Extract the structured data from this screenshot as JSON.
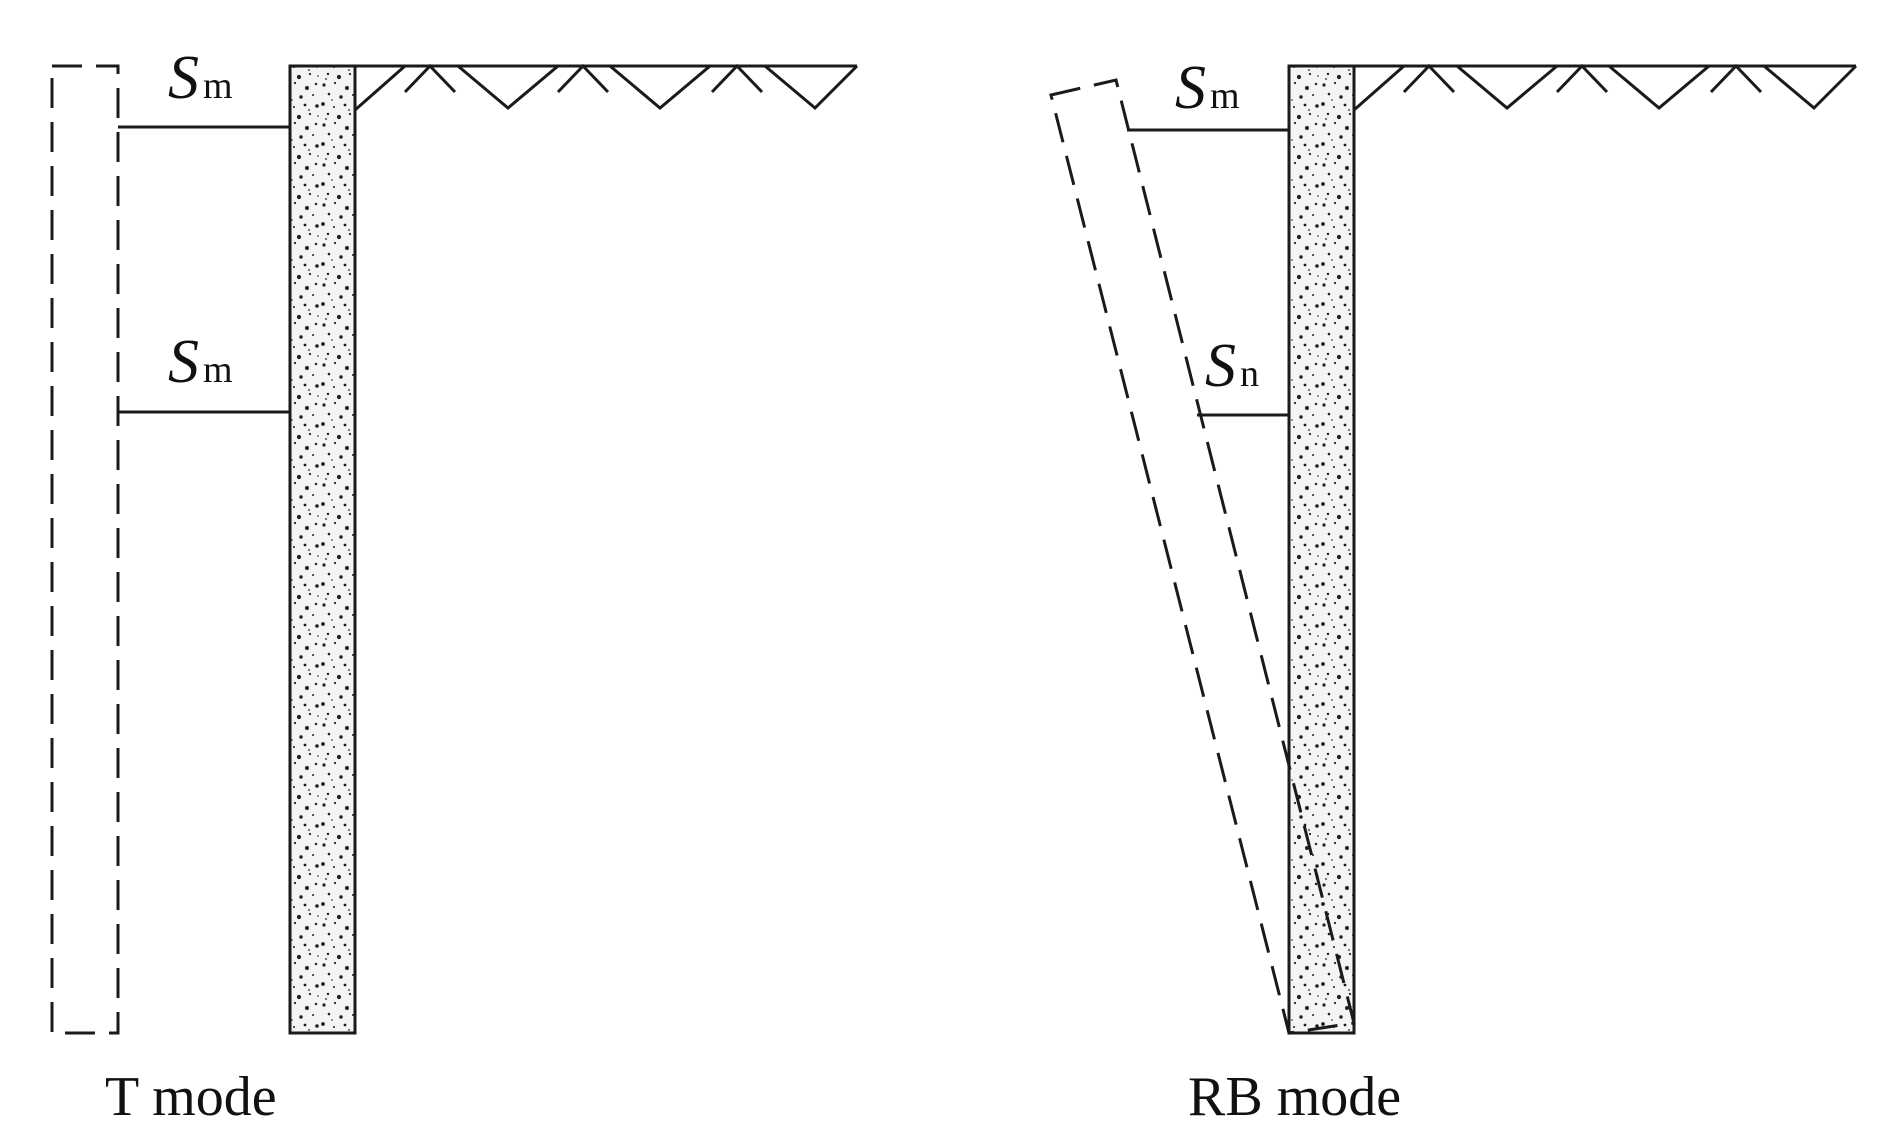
{
  "panels": {
    "t_mode": {
      "caption": "T mode",
      "labels": [
        {
          "symbol": "S",
          "subscript": "m"
        },
        {
          "symbol": "S",
          "subscript": "m"
        }
      ]
    },
    "rb_mode": {
      "caption": "RB mode",
      "labels": [
        {
          "symbol": "S",
          "subscript": "m"
        },
        {
          "symbol": "S",
          "subscript": "n"
        }
      ]
    }
  },
  "colors": {
    "line": "#1a1a1a",
    "wall_fill": "#f4f4f4",
    "speckle": "#202020"
  }
}
